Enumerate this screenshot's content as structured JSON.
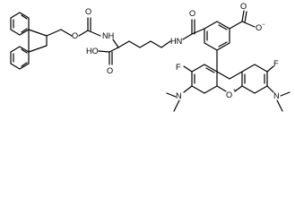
{
  "labels": {
    "nh": "NH",
    "o": "O",
    "oh": "HO",
    "fmoc_o": "O",
    "carbonyl_o": "O",
    "amide_hn": "HN",
    "amide_o": "O",
    "carboxylate_o": "O",
    "f": "F",
    "n": "N",
    "xanthene_o": "O",
    "charge_minus": "−",
    "charge_plus": "+"
  }
}
